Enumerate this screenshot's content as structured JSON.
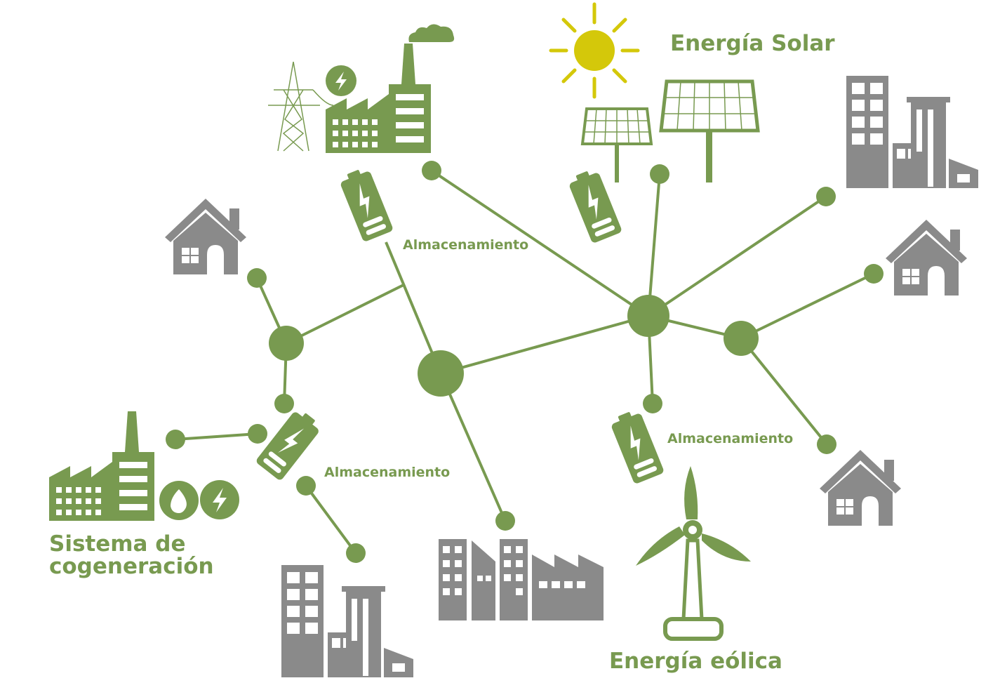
{
  "colors": {
    "green": "#789a50",
    "gray": "#8a8a8a",
    "sun": "#d4c80a"
  },
  "labels": {
    "solar": "Energía Solar",
    "storage_top": "Almacenamiento",
    "storage_left": "Almacenamiento",
    "storage_right": "Almacenamiento",
    "cogeneration_line1": "Sistema de",
    "cogeneration_line2": "cogeneración",
    "wind": "Energía eólica"
  }
}
